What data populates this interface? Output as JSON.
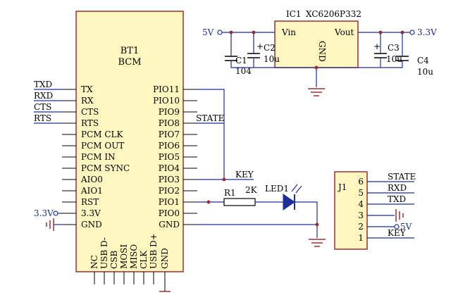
{
  "colors": {
    "wire": "#1f2f9a",
    "text": "#000000",
    "component": "#000000",
    "body_fill": "#fff6c0",
    "body_stroke": "#9a3030",
    "power": "#9a3030"
  },
  "bt": {
    "ref": "BT1",
    "name": "BCM",
    "left_pins": [
      "TX",
      "RX",
      "CTS",
      "RTS",
      "PCM CLK",
      "PCM OUT",
      "PCM IN",
      "PCM SYNC",
      "AIO0",
      "AIO1",
      "RST",
      "3.3V",
      "GND"
    ],
    "right_pins": [
      "PIO11",
      "PIO10",
      "PIO9",
      "PIO8",
      "PIO7",
      "PIO6",
      "PIO5",
      "PIO4",
      "PIO3",
      "PIO2",
      "PIO1",
      "PIO0",
      "GND"
    ],
    "bottom_pins": [
      "NC",
      "USB D-",
      "CSB",
      "MOSI",
      "MISO",
      "CLK",
      "USB D+",
      "GND"
    ]
  },
  "nets_left": [
    "TXD",
    "RXD",
    "CTS",
    "RTS"
  ],
  "net_state": "STATE",
  "net_key": "KEY",
  "power_3v3": "3.3V",
  "regulator": {
    "ref": "IC1",
    "part": "XC6206P332",
    "vin": "Vin",
    "vout": "Vout",
    "gnd": "GND",
    "in_label": "5V",
    "out_label": "3.3V"
  },
  "caps": [
    {
      "ref": "C1",
      "value": "104"
    },
    {
      "ref": "C2",
      "value": "10u"
    },
    {
      "ref": "C3",
      "value": "10u"
    },
    {
      "ref": "C4",
      "value": "10u"
    }
  ],
  "resistor": {
    "ref": "R1",
    "value": "2K"
  },
  "led": {
    "ref": "LED1"
  },
  "connector": {
    "ref": "J1",
    "pins": [
      "6",
      "5",
      "4",
      "3",
      "2",
      "1"
    ],
    "nets": [
      "STATE",
      "RXD",
      "TXD",
      "",
      "5V",
      "KEY"
    ]
  }
}
